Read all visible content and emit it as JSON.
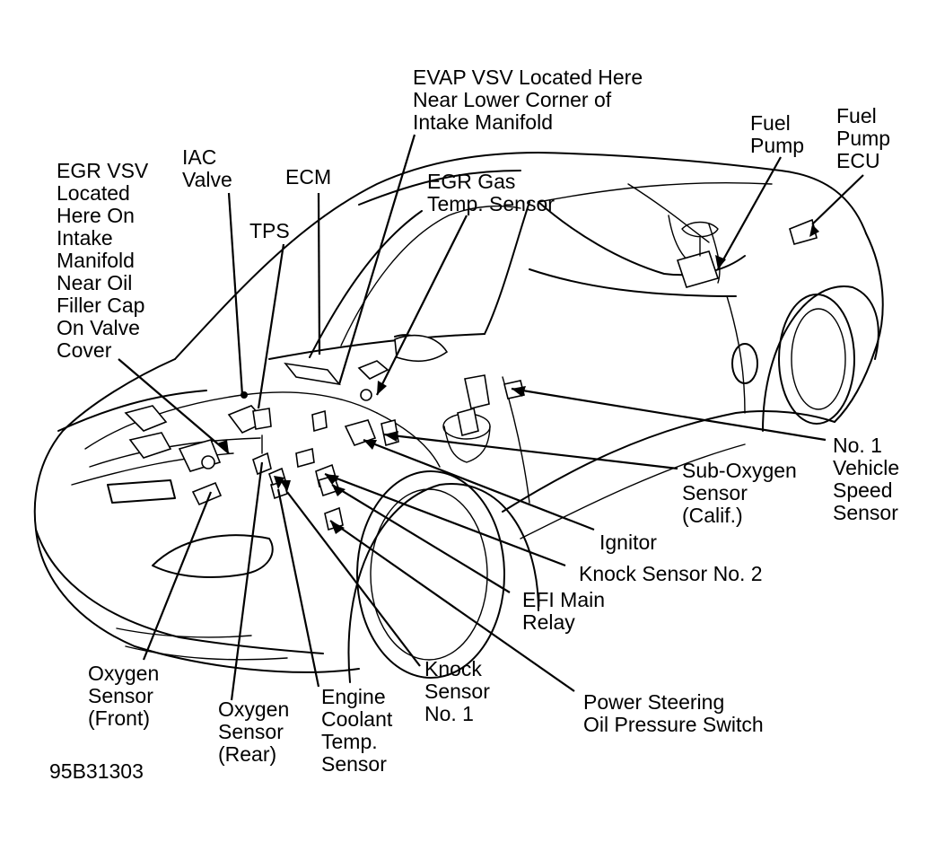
{
  "figure_id": "95B31303",
  "labels": {
    "evap_vsv": [
      "EVAP VSV Located Here",
      "Near Lower Corner of",
      "Intake Manifold"
    ],
    "fuel_pump": [
      "Fuel",
      "Pump"
    ],
    "fuel_pump_ecu": [
      "Fuel",
      "Pump",
      "ECU"
    ],
    "iac_valve": [
      "IAC",
      "Valve"
    ],
    "ecm": [
      "ECM"
    ],
    "egr_gas_temp": [
      "EGR Gas",
      "Temp. Sensor"
    ],
    "tps": [
      "TPS"
    ],
    "egr_vsv": [
      "EGR VSV",
      "Located",
      "Here On",
      "Intake",
      "Manifold",
      "Near Oil",
      "Filler Cap",
      "On Valve",
      "Cover"
    ],
    "vss": [
      "No. 1",
      "Vehicle",
      "Speed",
      "Sensor"
    ],
    "sub_oxygen": [
      "Sub-Oxygen",
      "Sensor",
      "(Calif.)"
    ],
    "ignitor": [
      "Ignitor"
    ],
    "knock_sensor_2": [
      "Knock Sensor No. 2"
    ],
    "efi_main_relay": [
      "EFI Main",
      "Relay"
    ],
    "oxygen_front": [
      "Oxygen",
      "Sensor",
      "(Front)"
    ],
    "oxygen_rear": [
      "Oxygen",
      "Sensor",
      "(Rear)"
    ],
    "coolant_temp": [
      "Engine",
      "Coolant",
      "Temp.",
      "Sensor"
    ],
    "knock_sensor_1": [
      "Knock",
      "Sensor",
      "No. 1"
    ],
    "ps_switch": [
      "Power Steering",
      "Oil Pressure Switch"
    ]
  },
  "colors": {
    "ink": "#000000",
    "paper": "#ffffff"
  }
}
